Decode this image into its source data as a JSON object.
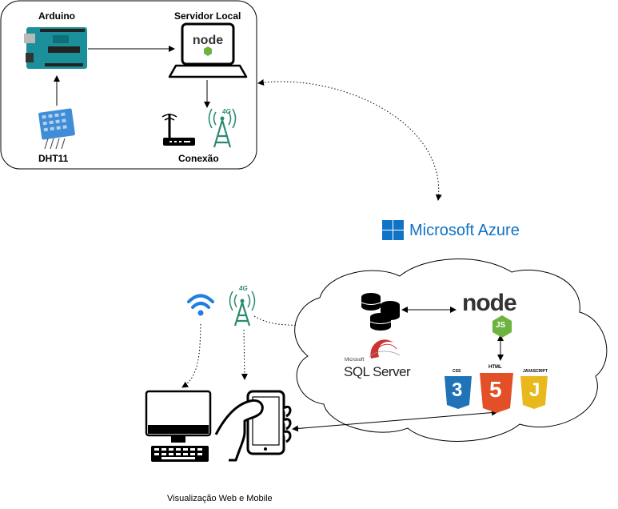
{
  "local_group": {
    "arduino_label": "Arduino",
    "server_label": "Servidor Local",
    "sensor_label": "DHT11",
    "connection_label": "Conexão"
  },
  "cloud": {
    "provider_label": "Microsoft Azure",
    "database_label": "SQL Server",
    "database_brand_small": "Microsoft",
    "runtime_logo_text": "node",
    "runtime_badge_text": "JS",
    "tech_labels": [
      "CSS",
      "HTML",
      "JAVASCRIPT"
    ],
    "tech_glyphs": [
      "3",
      "5",
      "J"
    ]
  },
  "client": {
    "caption": "Visualização Web e Mobile",
    "network_badge": "4G"
  },
  "colors": {
    "wifi": "#1f7fe0",
    "tower": "#2a8a72",
    "azure": "#0f73c6",
    "node_green": "#6cb33f",
    "css": "#1f73b6",
    "html": "#e34f26",
    "js": "#e8b81c",
    "sql_red": "#cc3333",
    "arduino": "#1b8f9a",
    "dht": "#3f8dd6"
  }
}
